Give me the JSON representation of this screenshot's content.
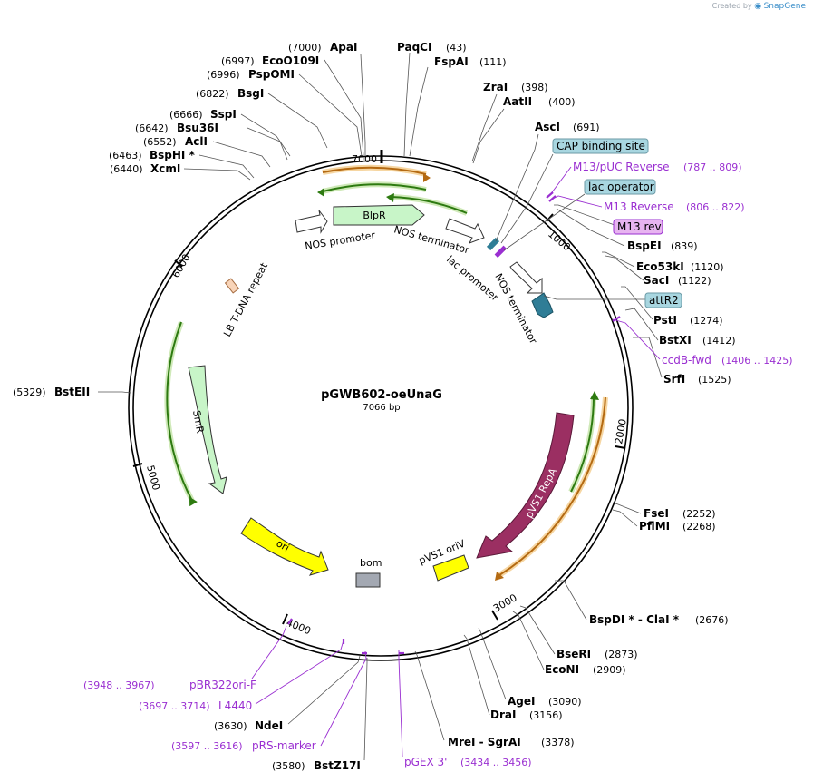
{
  "brand": {
    "created_by": "Created by",
    "app": "SnapGene"
  },
  "plasmid": {
    "name": "pGWB602-oeUnaG",
    "length_label": "7066 bp"
  },
  "colors": {
    "backbone": "#000000",
    "feature_green": "#c8f5c8",
    "origin_yellow": "#ffff00",
    "repa_maroon": "#9b2f62",
    "terminator_white": "#ffffff",
    "attR2_teal": "#2f7d96",
    "lb_peach": "#f8d4b8",
    "bom_gray": "#a3a8b2",
    "orf_orange": "#e8a24a",
    "orf_green": "#3f9e1d",
    "primer_purple": "#9a2fd1",
    "site_label": "#000000",
    "misc_label_bg": "#a8d6e0",
    "m13rev_bg": "#e7b4f0"
  },
  "ticks": [
    "1000",
    "2000",
    "3000",
    "4000",
    "5000",
    "6000",
    "7000"
  ],
  "features": [
    {
      "name": "BlpR",
      "shape": "arrow"
    },
    {
      "name": "NOS promoter",
      "shape": "arrow"
    },
    {
      "name": "NOS terminator",
      "shape": "arrow"
    },
    {
      "name": "lac promoter",
      "shape": "arrow"
    },
    {
      "name": "NOS terminator",
      "shape": "arrow"
    },
    {
      "name": "LB T-DNA repeat",
      "shape": "box"
    },
    {
      "name": "SmR",
      "shape": "arrow"
    },
    {
      "name": "ori",
      "shape": "arrow"
    },
    {
      "name": "bom",
      "shape": "box"
    },
    {
      "name": "pVS1 oriV",
      "shape": "box"
    },
    {
      "name": "pVS1 RepA",
      "shape": "arrow"
    }
  ],
  "sites": [
    {
      "pos": "(7000)",
      "name": "ApaI"
    },
    {
      "pos": "(6997)",
      "name": "EcoO109I"
    },
    {
      "pos": "(6996)",
      "name": "PspOMI"
    },
    {
      "pos": "(6822)",
      "name": "BsgI"
    },
    {
      "pos": "(6666)",
      "name": "SspI"
    },
    {
      "pos": "(6642)",
      "name": "Bsu36I"
    },
    {
      "pos": "(6552)",
      "name": "AclI"
    },
    {
      "pos": "(6463)",
      "name": "BspHI *"
    },
    {
      "pos": "(6440)",
      "name": "XcmI"
    },
    {
      "pos": "(5329)",
      "name": "BstEII"
    },
    {
      "pos": "(43)",
      "name": "PaqCI"
    },
    {
      "pos": "(111)",
      "name": "FspAI"
    },
    {
      "pos": "(398)",
      "name": "ZraI"
    },
    {
      "pos": "(400)",
      "name": "AatII"
    },
    {
      "pos": "(691)",
      "name": "AscI"
    },
    {
      "pos": "(839)",
      "name": "BspEI"
    },
    {
      "pos": "(1120)",
      "name": "Eco53kI"
    },
    {
      "pos": "(1122)",
      "name": "SacI"
    },
    {
      "pos": "(1274)",
      "name": "PstI"
    },
    {
      "pos": "(1412)",
      "name": "BstXI"
    },
    {
      "pos": "(1525)",
      "name": "SrfI"
    },
    {
      "pos": "(2252)",
      "name": "FseI"
    },
    {
      "pos": "(2268)",
      "name": "PflMI"
    },
    {
      "pos": "(2676)",
      "name": "BspDI * - ClaI *"
    },
    {
      "pos": "(2873)",
      "name": "BseRI"
    },
    {
      "pos": "(2909)",
      "name": "EcoNI"
    },
    {
      "pos": "(3090)",
      "name": "AgeI"
    },
    {
      "pos": "(3156)",
      "name": "DraI"
    },
    {
      "pos": "(3378)",
      "name": "MreI - SgrAI"
    },
    {
      "pos": "(3630)",
      "name": "NdeI"
    },
    {
      "pos": "(3580)",
      "name": "BstZ17I"
    }
  ],
  "misc_labels": [
    {
      "name": "CAP binding site"
    },
    {
      "name": "lac operator"
    },
    {
      "name": "M13 rev"
    },
    {
      "name": "attR2"
    }
  ],
  "primers": [
    {
      "name": "M13/pUC Reverse",
      "range": "(787 .. 809)"
    },
    {
      "name": "M13 Reverse",
      "range": "(806 .. 822)"
    },
    {
      "name": "ccdB-fwd",
      "range": "(1406 .. 1425)"
    },
    {
      "name": "pBR322ori-F",
      "range": "(3948 .. 3967)"
    },
    {
      "name": "L4440",
      "range": "(3697 .. 3714)"
    },
    {
      "name": "pRS-marker",
      "range": "(3597 .. 3616)"
    },
    {
      "name": "pGEX 3'",
      "range": "(3434 .. 3456)"
    }
  ]
}
